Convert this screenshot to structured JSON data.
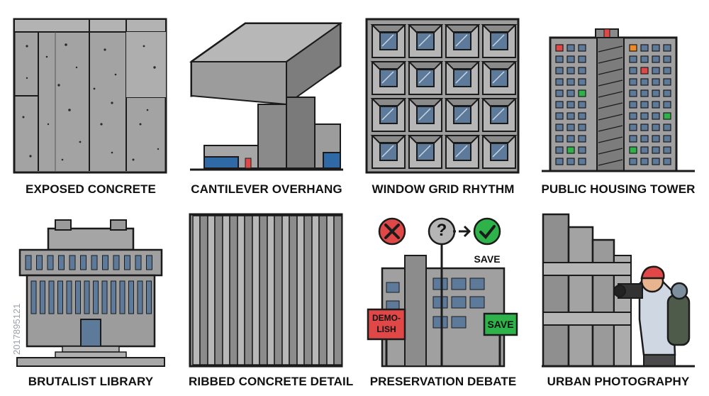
{
  "tiles": [
    {
      "caption": "EXPOSED CONCRETE",
      "icon": "concrete-slab-icon"
    },
    {
      "caption": "CANTILEVER OVERHANG",
      "icon": "cantilever-building-icon"
    },
    {
      "caption": "WINDOW GRID RHYTHM",
      "icon": "window-grid-icon"
    },
    {
      "caption": "PUBLIC HOUSING TOWER",
      "icon": "housing-tower-icon"
    },
    {
      "caption": "BRUTALIST LIBRARY",
      "icon": "library-building-icon"
    },
    {
      "caption": "RIBBED CONCRETE DETAIL",
      "icon": "ribbed-concrete-icon"
    },
    {
      "caption": "PRESERVATION DEBATE",
      "icon": "preservation-debate-icon"
    },
    {
      "caption": "URBAN PHOTOGRAPHY",
      "icon": "photographer-icon"
    }
  ],
  "debate": {
    "save_top": "SAVE",
    "save_sign": "SAVE",
    "demolish_line1": "DEMO-",
    "demolish_line2": "LISH",
    "question": "?"
  },
  "watermark": "2017895121",
  "colors": {
    "concrete": "#9a9a9a",
    "concrete_light": "#b4b4b4",
    "concrete_dark": "#6f6f6f",
    "outline": "#1b1b1b",
    "glass": "#5d7a9a",
    "red": "#e04848",
    "green": "#2db34a"
  }
}
